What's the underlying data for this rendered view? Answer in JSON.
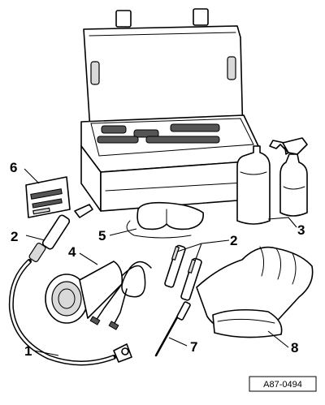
{
  "figure": {
    "id_label": "A87-0494",
    "colors": {
      "ink": "#000000",
      "paper": "#ffffff",
      "shade": "#d9d9d9"
    }
  },
  "callouts": [
    {
      "key": "1",
      "label": "1"
    },
    {
      "key": "2",
      "label": "2"
    },
    {
      "key": "2b",
      "label": "2"
    },
    {
      "key": "3",
      "label": "3"
    },
    {
      "key": "4",
      "label": "4"
    },
    {
      "key": "5",
      "label": "5"
    },
    {
      "key": "6",
      "label": "6"
    },
    {
      "key": "7",
      "label": "7"
    },
    {
      "key": "8",
      "label": "8"
    }
  ]
}
